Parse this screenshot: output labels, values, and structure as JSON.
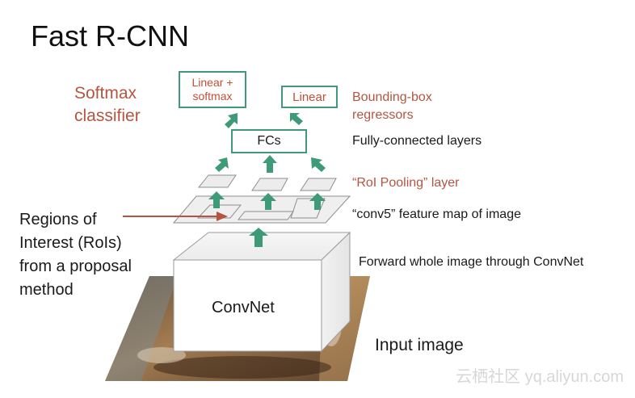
{
  "title": "Fast R-CNN",
  "diagram": {
    "softmax_label": "Softmax\nclassifier",
    "bbox_label": "Bounding-box\nregressors",
    "linear_softmax_box": "Linear +\nsoftmax",
    "linear_box": "Linear",
    "fcs_box": "FCs",
    "fc_layers_label": "Fully-connected layers",
    "roi_pooling_label": "“RoI Pooling” layer",
    "conv5_label": "“conv5” feature map of image",
    "rois_label": "Regions of\nInterest (RoIs)\nfrom a proposal\nmethod",
    "forward_label": "Forward whole image through ConvNet",
    "convnet_label": "ConvNet",
    "input_label": "Input image"
  },
  "watermark": "云栖社区 yq.aliyun.com",
  "colors": {
    "box_border": "#3f9a78",
    "arrow": "#3f9a78",
    "label_red": "#b5553f",
    "label_dark": "#1a1a1a",
    "plane_fill": "#ececec",
    "plane_stroke": "#8e8e8e",
    "image_floor": "#8a6a48"
  }
}
